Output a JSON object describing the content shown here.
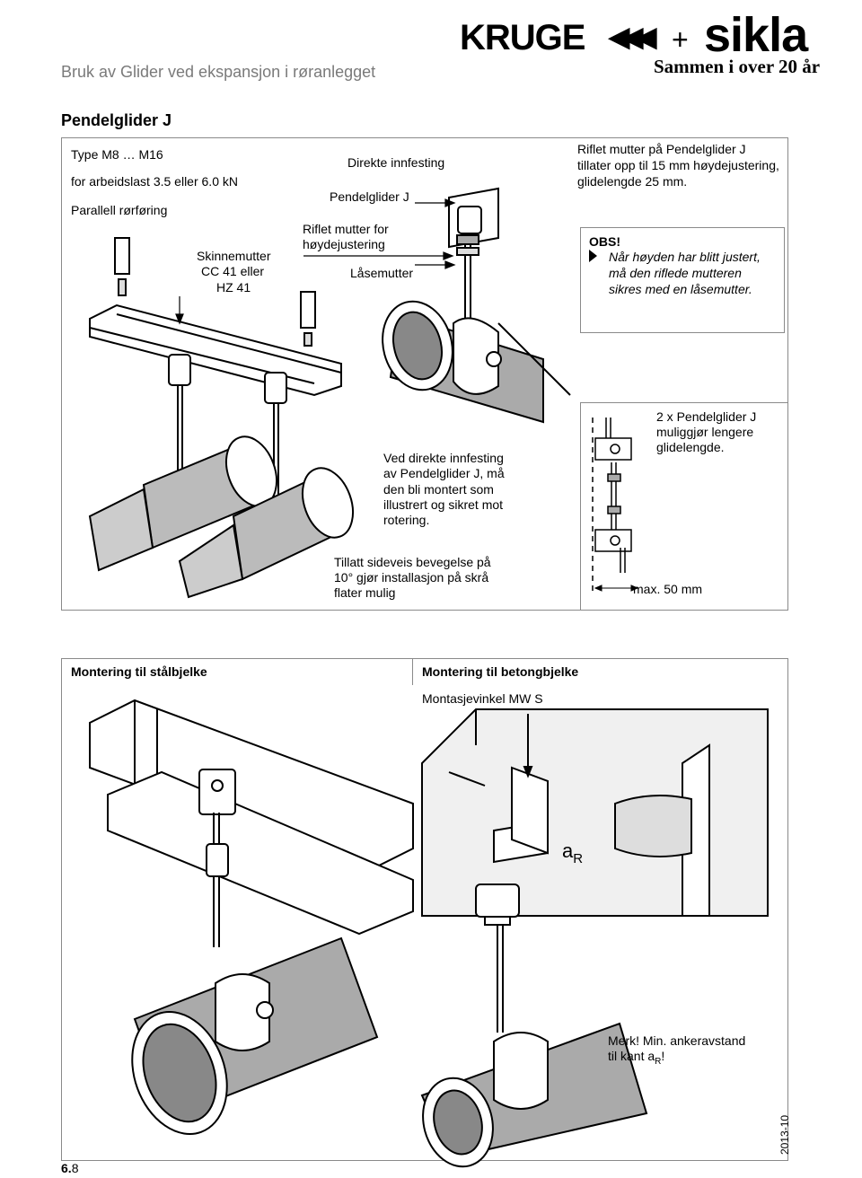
{
  "header": {
    "title": "Bruk av Glider ved ekspansjon i røranlegget",
    "logo_left": "KRUGE",
    "logo_plus": "+",
    "logo_right": "sikla",
    "tagline": "Sammen i over 20 år"
  },
  "section_title": "Pendelglider J",
  "top_panel": {
    "type": "Type M8 … M16",
    "load": "for arbeidslast 3.5 eller 6.0 kN",
    "routing": "Parallell rørføring",
    "skinne": [
      "Skinnemutter",
      "CC 41 eller",
      "HZ 41"
    ],
    "direkte": "Direkte innfesting",
    "pendelglider": "Pendelglider J",
    "riflet": [
      "Riflet mutter for",
      "høydejustering"
    ],
    "laase": "Låsemutter",
    "info": [
      "Riflet mutter på Pendelglider J",
      "tillater opp til 15 mm høydejustering,",
      "glidelengde 25 mm."
    ],
    "obs_title": "OBS!",
    "obs_text": [
      "Når høyden har blitt justert,",
      "må den riflede mutteren",
      "sikres med en låsemutter."
    ],
    "direct_note": [
      "Ved direkte innfesting",
      "av Pendelglider J, må",
      "den bli montert som",
      "illustrert og sikret mot",
      "rotering."
    ],
    "sideways": [
      "Tillatt sideveis bevegelse på",
      "10° gjør installasjon på skrå",
      "flater mulig"
    ],
    "double": [
      "2 x Pendelglider J",
      "muliggjør lengere",
      "glidelengde."
    ],
    "max": "max. 50 mm"
  },
  "bottom_panel": {
    "steel_title": "Montering til stålbjelke",
    "concrete_title": "Montering til betongbjelke",
    "angle": "Montasjevinkel MW S",
    "ar_label": "a",
    "ar_sub": "R",
    "merk_line1": "Merk! Min. ankeravstand",
    "merk_line2": "til kant a",
    "merk_sub": "R",
    "merk_end": "!"
  },
  "footer": {
    "page_bold": "6.",
    "page_rest": "8",
    "date": "2013-10"
  },
  "colors": {
    "border": "#8a8a8a",
    "title_gray": "#7a7a7a",
    "pipe_shade": "#9a9a9a"
  }
}
